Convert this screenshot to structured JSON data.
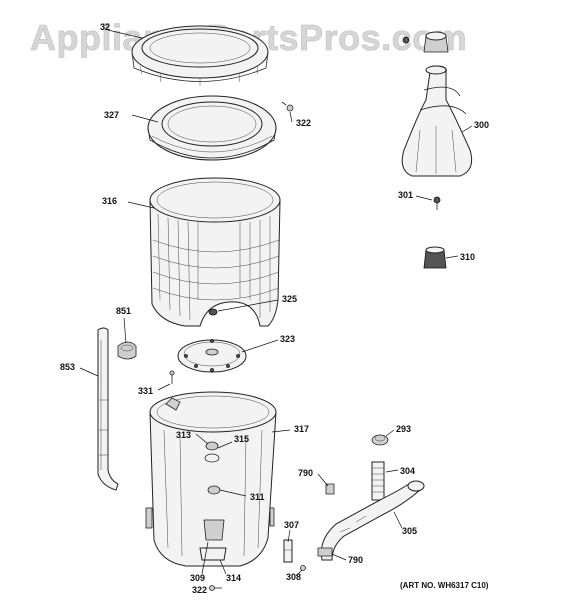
{
  "watermark": "AppliancePartsPros.com",
  "art_number": "(ART NO. WH6317 C10)",
  "callouts": {
    "c32": "32",
    "c327": "327",
    "c322a": "322",
    "c316": "316",
    "c851": "851",
    "c325": "325",
    "c323": "323",
    "c853": "853",
    "c331": "331",
    "c317": "317",
    "c313": "313",
    "c315": "315",
    "c311": "311",
    "c309": "309",
    "c314": "314",
    "c322b": "322",
    "c293": "293",
    "c790a": "790",
    "c304": "304",
    "c307": "307",
    "c305": "305",
    "c790b": "790",
    "c308": "308",
    "c300": "300",
    "c301": "301",
    "c310": "310"
  }
}
